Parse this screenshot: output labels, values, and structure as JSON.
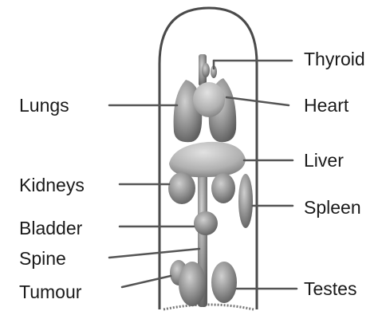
{
  "labels": {
    "thyroid": "Thyroid",
    "lungs": "Lungs",
    "heart": "Heart",
    "liver": "Liver",
    "kidneys": "Kidneys",
    "spleen": "Spleen",
    "bladder": "Bladder",
    "spine": "Spine",
    "tumour": "Tumour",
    "testes": "Testes"
  },
  "colors": {
    "organ_dark": "#6f6f6f",
    "organ_mid": "#9a9a9a",
    "organ_light": "#c7c7c7",
    "outline": "#4a4a4a",
    "leader": "#555555"
  }
}
